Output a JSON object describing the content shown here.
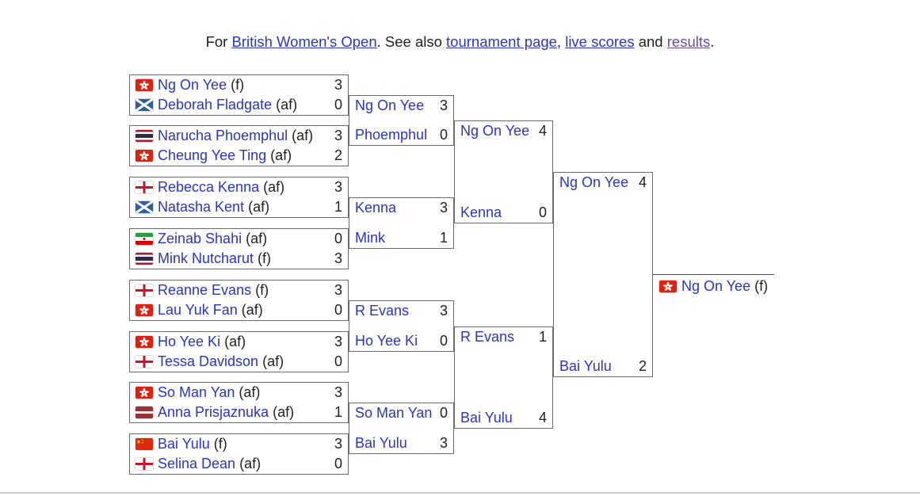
{
  "header": {
    "parts": [
      {
        "text": "For "
      },
      {
        "text": "British Women's Open",
        "link": true
      },
      {
        "text": ". See also "
      },
      {
        "text": "tournament page",
        "link": true
      },
      {
        "text": ", "
      },
      {
        "text": "live scores",
        "link": true
      },
      {
        "text": " and "
      },
      {
        "text": "results",
        "link": true,
        "visited": true
      },
      {
        "text": "."
      }
    ]
  },
  "colors": {
    "link": "#2b33c8",
    "visited_link": "#6a4c9f",
    "text": "#202122",
    "box_border": "#6b6b6b",
    "winner_line": "#4d4d4d",
    "divider": "#c9cdd1",
    "flag_red_hk_cn": "#de2910",
    "flag_star_yellow": "#ffde00"
  },
  "bracket": {
    "rounds": [
      {
        "name": "first-round",
        "matches": [
          {
            "players": [
              {
                "flag": "hong-kong",
                "name": "Ng On Yee",
                "suffix": "(f)",
                "score": "3"
              },
              {
                "flag": "scotland",
                "name": "Deborah Fladgate",
                "suffix": "(af)",
                "score": "0"
              }
            ]
          },
          {
            "players": [
              {
                "flag": "thailand",
                "name": "Narucha Phoemphul",
                "suffix": "(af)",
                "score": "3"
              },
              {
                "flag": "hong-kong",
                "name": "Cheung Yee Ting",
                "suffix": "(af)",
                "score": "2"
              }
            ]
          },
          {
            "players": [
              {
                "flag": "england",
                "name": "Rebecca Kenna",
                "suffix": "(af)",
                "score": "3"
              },
              {
                "flag": "scotland",
                "name": "Natasha Kent",
                "suffix": "(af)",
                "score": "1"
              }
            ]
          },
          {
            "players": [
              {
                "flag": "iran",
                "name": "Zeinab Shahi",
                "suffix": "(af)",
                "score": "0"
              },
              {
                "flag": "thailand",
                "name": "Mink Nutcharut",
                "suffix": "(f)",
                "score": "3"
              }
            ]
          },
          {
            "players": [
              {
                "flag": "england",
                "name": "Reanne Evans",
                "suffix": "(f)",
                "score": "3"
              },
              {
                "flag": "hong-kong",
                "name": "Lau Yuk Fan",
                "suffix": "(af)",
                "score": "0"
              }
            ]
          },
          {
            "players": [
              {
                "flag": "hong-kong",
                "name": "Ho Yee Ki",
                "suffix": "(af)",
                "score": "3"
              },
              {
                "flag": "england",
                "name": "Tessa Davidson",
                "suffix": "(af)",
                "score": "0"
              }
            ]
          },
          {
            "players": [
              {
                "flag": "hong-kong",
                "name": "So Man Yan",
                "suffix": "(af)",
                "score": "3"
              },
              {
                "flag": "latvia",
                "name": "Anna Prisjaznuka",
                "suffix": "(af)",
                "score": "1"
              }
            ]
          },
          {
            "players": [
              {
                "flag": "china",
                "name": "Bai Yulu",
                "suffix": "(f)",
                "score": "3"
              },
              {
                "flag": "england",
                "name": "Selina Dean",
                "suffix": "(af)",
                "score": "0"
              }
            ]
          }
        ]
      },
      {
        "name": "quarterfinals",
        "matches": [
          {
            "players": [
              {
                "name": "Ng On Yee",
                "score": "3"
              },
              {
                "name": "Phoemphul",
                "score": "0"
              }
            ]
          },
          {
            "players": [
              {
                "name": "Kenna",
                "score": "3"
              },
              {
                "name": "Mink",
                "score": "1"
              }
            ]
          },
          {
            "players": [
              {
                "name": "R Evans",
                "score": "3"
              },
              {
                "name": "Ho Yee Ki",
                "score": "0"
              }
            ]
          },
          {
            "players": [
              {
                "name": "So Man Yan",
                "score": "0"
              },
              {
                "name": "Bai Yulu",
                "score": "3"
              }
            ]
          }
        ]
      },
      {
        "name": "semifinals",
        "matches": [
          {
            "players": [
              {
                "name": "Ng On Yee",
                "score": "4"
              },
              {
                "name": "Kenna",
                "score": "0"
              }
            ]
          },
          {
            "players": [
              {
                "name": "R Evans",
                "score": "1"
              },
              {
                "name": "Bai Yulu",
                "score": "4"
              }
            ]
          }
        ]
      },
      {
        "name": "final",
        "matches": [
          {
            "players": [
              {
                "name": "Ng On Yee",
                "score": "4"
              },
              {
                "name": "Bai Yulu",
                "score": "2"
              }
            ]
          }
        ]
      }
    ],
    "winner": {
      "flag": "hong-kong",
      "name": "Ng On Yee",
      "suffix": "(f)"
    }
  }
}
